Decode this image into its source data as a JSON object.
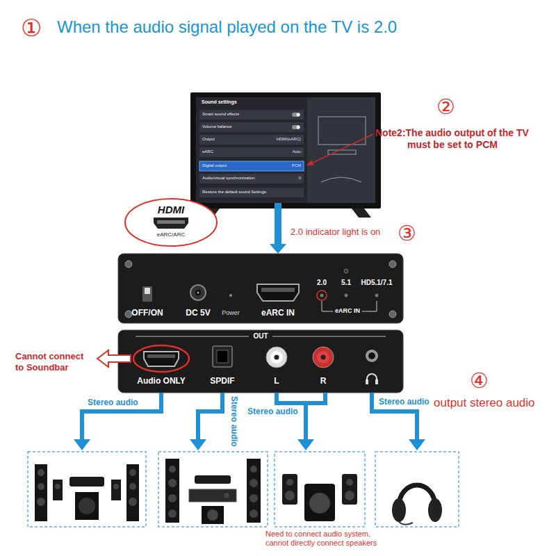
{
  "diagram": {
    "title": "When the audio signal played on the TV is 2.0",
    "nodes": [
      {
        "text": [
          "Sound settings"
        ]
      },
      {
        "text": [
          "Smart sound effects"
        ],
        "in": 0
      },
      {
        "text": [
          "Volume balance"
        ],
        "in": 0
      },
      {
        "text": [
          "Output",
          "HDMI(eARC)"
        ],
        "in": 0
      },
      {
        "text": [
          "eARC",
          "Auto"
        ],
        "in": 0
      },
      {
        "text": [
          "Digital output",
          "PCM"
        ],
        "in": 0
      },
      {
        "text": [
          "Audio/visual synchronization",
          "0"
        ],
        "in": 0
      },
      {
        "text": [
          "Restore the default sound Settings"
        ],
        "in": 0
      },
      {
        "text": [
          "HDMI",
          "eARC/ARC"
        ]
      },
      {
        "text": [
          "OFF/ON",
          "DC 5V",
          "Power",
          "eARC IN",
          "2.0",
          "5.1",
          "HD5.1/7.1",
          "eARC IN"
        ]
      },
      {
        "text": [
          "OUT",
          "Audio ONLY",
          "SPDIF",
          "L",
          "R"
        ]
      }
    ],
    "edges": [
      {
        "from": 0,
        "to": 9,
        "arrow": "to"
      }
    ],
    "labels": [
      "①",
      "②",
      "Note2:The audio output of the TV must be set to PCM",
      "③",
      "2.0 indicator light is on",
      "Cannot connect to Soundbar",
      "Stereo audio",
      "Stereo audio",
      "Stereo audio",
      "Stereo audio",
      "④",
      "output stereo audio",
      "Need to connect audio system, cannot directly connect speakers"
    ]
  }
}
